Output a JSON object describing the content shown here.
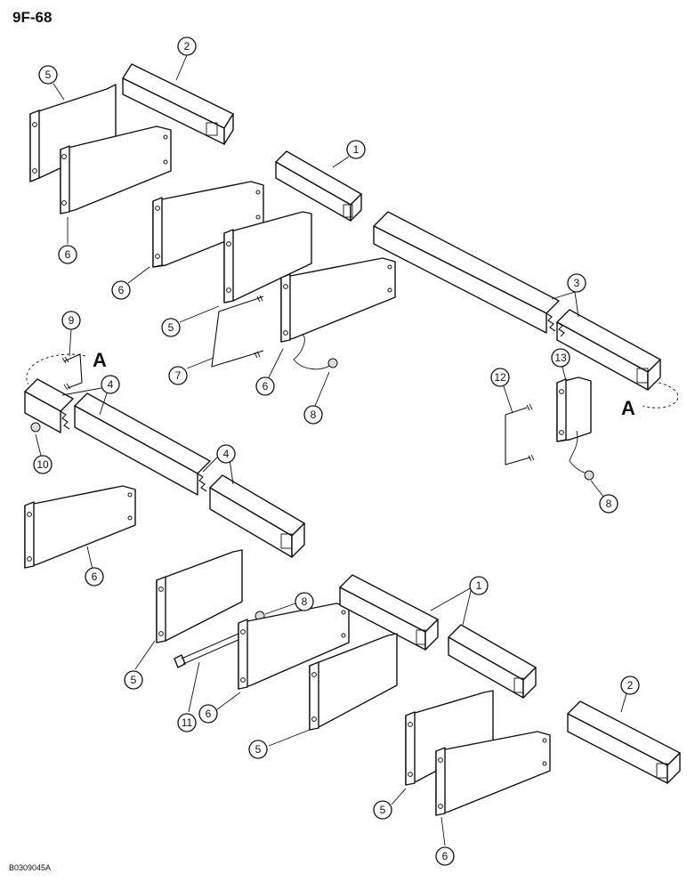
{
  "page": {
    "page_number": "9F-68",
    "figure_code": "B0309045A"
  },
  "detail": {
    "reference_letter": "A"
  },
  "callouts": [
    {
      "id": "c2a",
      "label": "2"
    },
    {
      "id": "c5a",
      "label": "5"
    },
    {
      "id": "c6a",
      "label": "6"
    },
    {
      "id": "c1a",
      "label": "1"
    },
    {
      "id": "c6b",
      "label": "6"
    },
    {
      "id": "c3",
      "label": "3"
    },
    {
      "id": "c5b",
      "label": "5"
    },
    {
      "id": "c7",
      "label": "7"
    },
    {
      "id": "c6c",
      "label": "6"
    },
    {
      "id": "c8a",
      "label": "8"
    },
    {
      "id": "c9",
      "label": "9"
    },
    {
      "id": "c4a",
      "label": "4"
    },
    {
      "id": "c10",
      "label": "10"
    },
    {
      "id": "c12",
      "label": "12"
    },
    {
      "id": "c13",
      "label": "13"
    },
    {
      "id": "c8b",
      "label": "8"
    },
    {
      "id": "c4b",
      "label": "4"
    },
    {
      "id": "c6d",
      "label": "6"
    },
    {
      "id": "c1b",
      "label": "1"
    },
    {
      "id": "c8c",
      "label": "8"
    },
    {
      "id": "c5c",
      "label": "5"
    },
    {
      "id": "c11",
      "label": "11"
    },
    {
      "id": "c6e",
      "label": "6"
    },
    {
      "id": "c2b",
      "label": "2"
    },
    {
      "id": "c5d",
      "label": "5"
    },
    {
      "id": "c5e",
      "label": "5"
    },
    {
      "id": "c6f",
      "label": "6"
    }
  ]
}
